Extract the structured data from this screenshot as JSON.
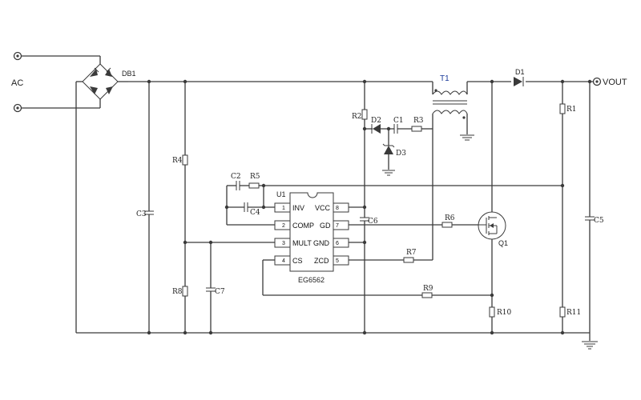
{
  "labels": {
    "ac": "AC",
    "db1": "DB1",
    "t1": "T1",
    "d1": "D1",
    "vout": "VOUT",
    "r1": "R1",
    "r2": "R2",
    "d2": "D2",
    "c1": "C1",
    "r3": "R3",
    "d3": "D3",
    "r4": "R4",
    "c2": "C2",
    "r5": "R5",
    "c4": "C4",
    "u1": "U1",
    "c3": "C3",
    "c6": "C6",
    "r6": "R6",
    "q1": "Q1",
    "c5": "C5",
    "r7": "R7",
    "r8": "R8",
    "c7": "C7",
    "r9": "R9",
    "r10": "R10",
    "r11": "R11",
    "chip": "EG6562"
  },
  "pins": {
    "p1_name": "INV",
    "p1_num": "1",
    "p2_name": "COMP",
    "p2_num": "2",
    "p3_name": "MULT",
    "p3_num": "3",
    "p4_name": "CS",
    "p4_num": "4",
    "p5_name": "ZCD",
    "p5_num": "5",
    "p6_name": "GND",
    "p6_num": "6",
    "p7_name": "GD",
    "p7_num": "7",
    "p8_name": "VCC",
    "p8_num": "8"
  }
}
